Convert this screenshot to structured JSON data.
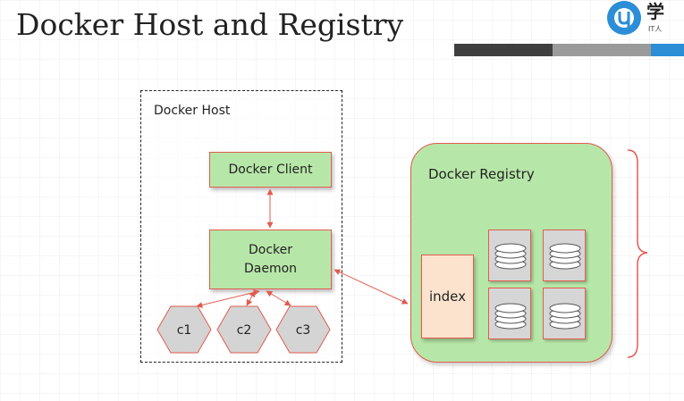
{
  "slide": {
    "title": "Docker Host and Registry"
  },
  "logo": {
    "glyph": "学",
    "small_text": "IT人"
  },
  "host": {
    "label": "Docker Host",
    "client_label": "Docker Client",
    "daemon_line1": "Docker",
    "daemon_line2": "Daemon",
    "containers": [
      "c1",
      "c2",
      "c3"
    ]
  },
  "registry": {
    "label": "Docker Registry",
    "index_label": "index"
  },
  "colors": {
    "box_fill": "#b7e7a8",
    "border": "#e25b4f",
    "index_fill": "#fbe3cd",
    "container_fill": "#d4d4d4",
    "logo_blue": "#2b8ed6"
  }
}
